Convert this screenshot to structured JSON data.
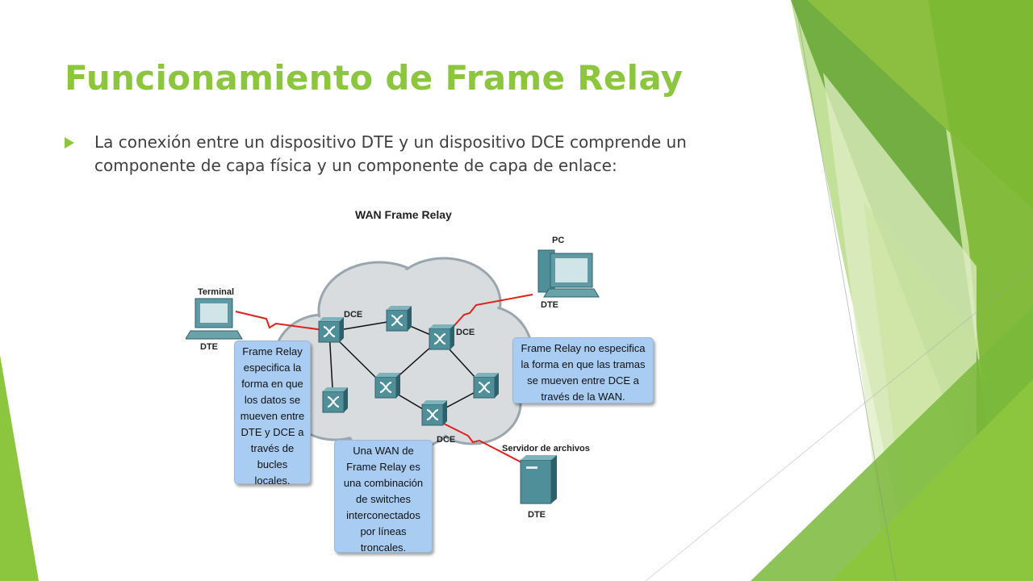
{
  "slide": {
    "title": "Funcionamiento de Frame Relay",
    "bullet": "La conexión entre un dispositivo DTE y un dispositivo DCE comprende un componente de capa física y un componente de capa de enlace:"
  },
  "diagram": {
    "title": "WAN Frame Relay",
    "labels": {
      "terminal": "Terminal",
      "pc": "PC",
      "file_server": "Servidor de archivos",
      "dte": "DTE",
      "dce": "DCE"
    },
    "callouts": {
      "left": "Frame Relay especifica la forma en que los datos se mueven entre DTE y DCE a través de bucles locales.",
      "right": "Frame Relay no especifica la forma en que las tramas se mueven entre DCE a través de la WAN.",
      "bottom": "Una WAN de Frame Relay es una combinación de switches interconectados por líneas troncales."
    }
  },
  "colors": {
    "title": "#8cc63f",
    "callout_fill": "#a9cdf2",
    "link_red": "#e0201c",
    "cloud": "#d9dde0"
  }
}
